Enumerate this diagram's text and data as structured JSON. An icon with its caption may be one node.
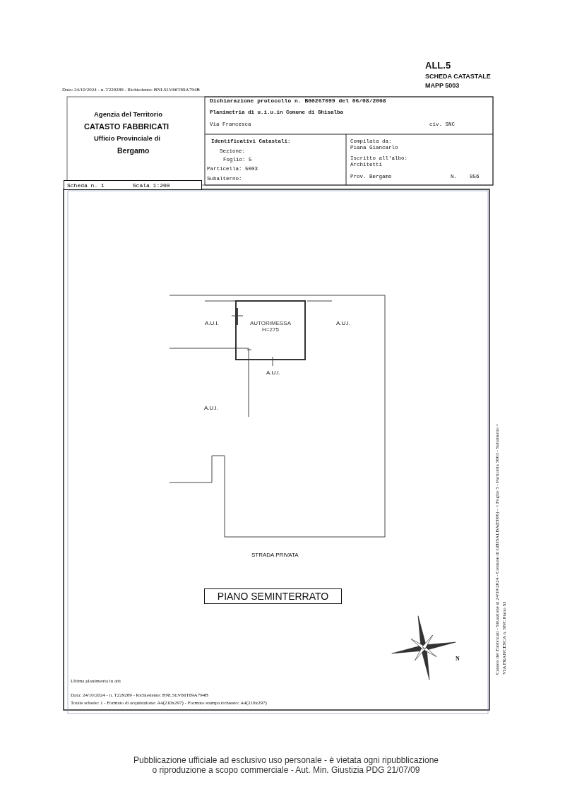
{
  "diagram": {
    "nodes": [
      {
        "text": [
          "Scheda n. 1",
          "Scala 1:200"
        ]
      },
      {
        "text": [
          "AUTORIMESSA",
          "H=275"
        ]
      },
      {
        "text": [
          "PIANO SEMINTERRATO"
        ]
      }
    ],
    "labels": [
      "ALL.5",
      "SCHEDA CATASTALE",
      "MAPP 5003",
      "Data: 24/10/2024 - n. T229289 - Richiedente: BNLSLV66T69A794B",
      "Agenzia del Territorio",
      "CATASTO FABBRICATI",
      "Ufficio Provinciale di",
      "Bergamo",
      "Dichiarazione protocollo n. BG0267099 del 06/08/2008",
      "Planimetria di u.i.u.in Comune di Ghisalba",
      "Via Francesca",
      "civ. SNC",
      "Identificativi Catastali:",
      "Sezione:",
      "Foglio: 5",
      "Particella: 5003",
      "Subalterno:",
      "Compilata da:",
      "Piana Giancarlo",
      "Iscritto all'albo:",
      "Architetti",
      "Prov. Bergamo",
      "N.",
      "856",
      "A.U.I.",
      "A.U.I.",
      "A.U.I.",
      "A.U.I.",
      "STRADA PRIVATA",
      "N",
      "Catasto dei Fabbricati - Situazione al 24/10/2024 - Comune di GHISALBA(E006) - < Foglio 5 - Particella 5003 - Subalterno >",
      "VIA FRANCESCA n. SNC Piano S1",
      "Ultima planimetria in atti",
      "Data: 24/10/2024 - n. T229289 - Richiedente: BNLSLV66T69A794B",
      "Totale schede: 1 - Formato di acquisizione: A4(210x297) - Formato stampa richiesto: A4(210x297)",
      "Pubblicazione ufficiale ad esclusivo uso personale - è vietata ogni ripubblicazione o riproduzione a scopo commerciale - Aut. Min. Giustizia PDG 21/07/09"
    ]
  }
}
